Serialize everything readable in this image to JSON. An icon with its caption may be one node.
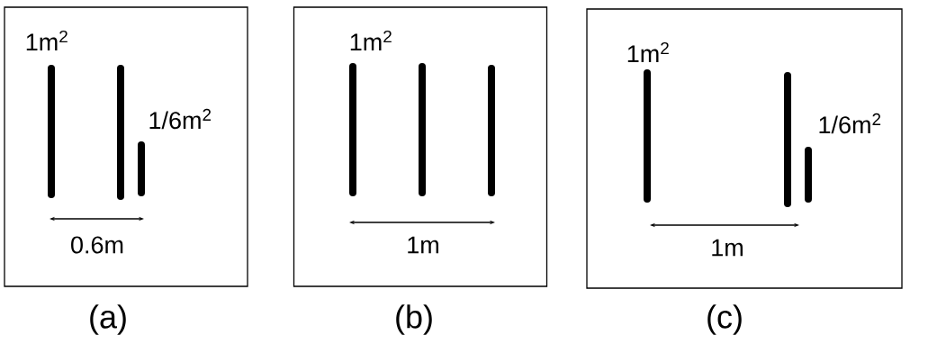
{
  "diagram": {
    "nodes": [
      {
        "text": [
          "1m$^{2}$",
          "1/6m$^{2}$",
          "0.6m"
        ],
        "beside": [
          "(a)"
        ]
      },
      {
        "text": [
          "1m$^{2}$",
          "1m"
        ],
        "beside": [
          "(b)"
        ]
      },
      {
        "text": [
          "1m$^{2}$",
          "1/6m$^{2}$",
          "1m"
        ],
        "beside": [
          "(c)"
        ]
      }
    ]
  }
}
